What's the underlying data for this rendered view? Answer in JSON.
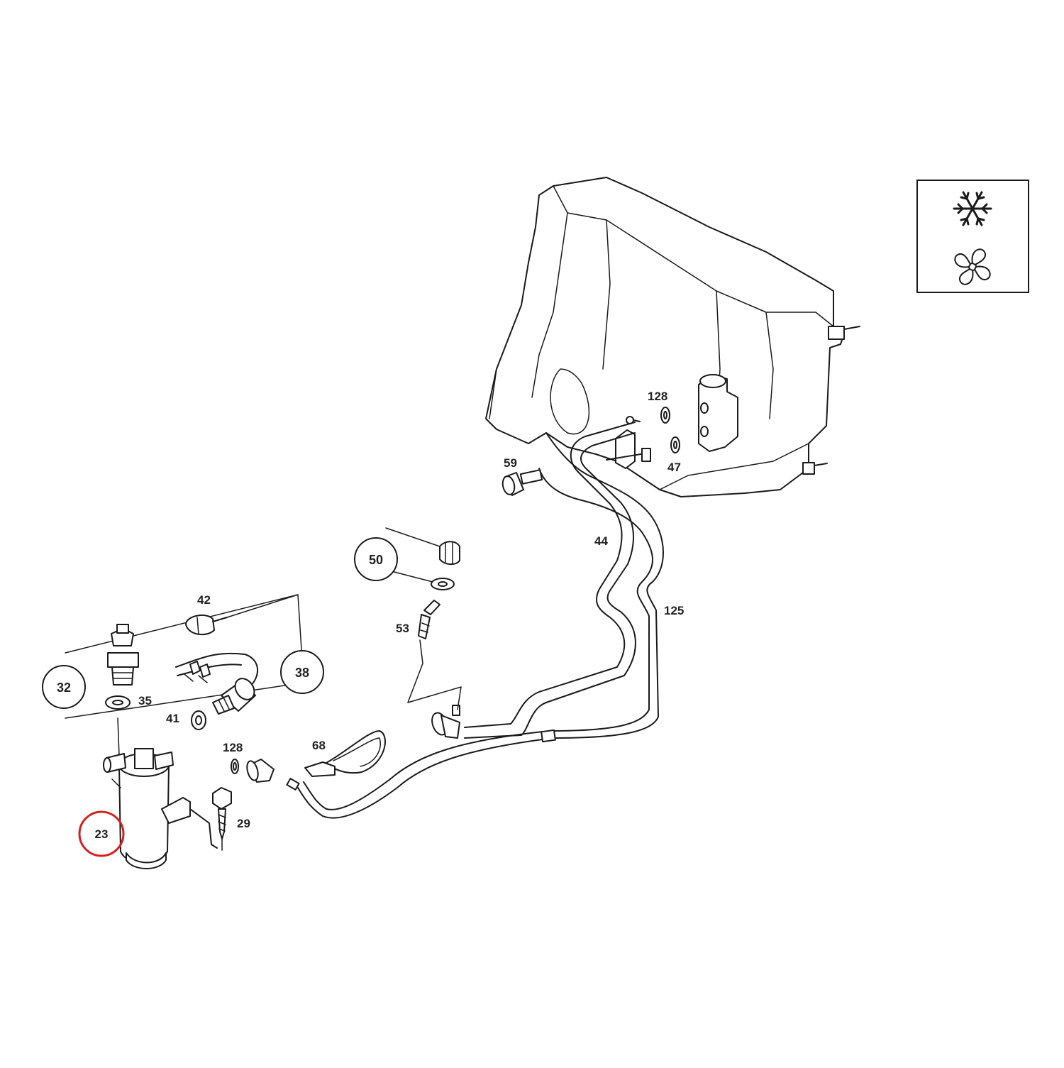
{
  "diagram": {
    "callouts": {
      "c23": "23",
      "c29": "29",
      "c32": "32",
      "c35": "35",
      "c38": "38",
      "c41": "41",
      "c42": "42",
      "c44": "44",
      "c47": "47",
      "c50": "50",
      "c53": "53",
      "c59": "59",
      "c68": "68",
      "c125": "125",
      "c128a": "128",
      "c128b": "128"
    },
    "highlighted_callout": "23",
    "highlight_color": "#d62020",
    "line_color": "#1a1a1a",
    "legend_icons": [
      "snowflake-icon",
      "fan-icon"
    ]
  }
}
